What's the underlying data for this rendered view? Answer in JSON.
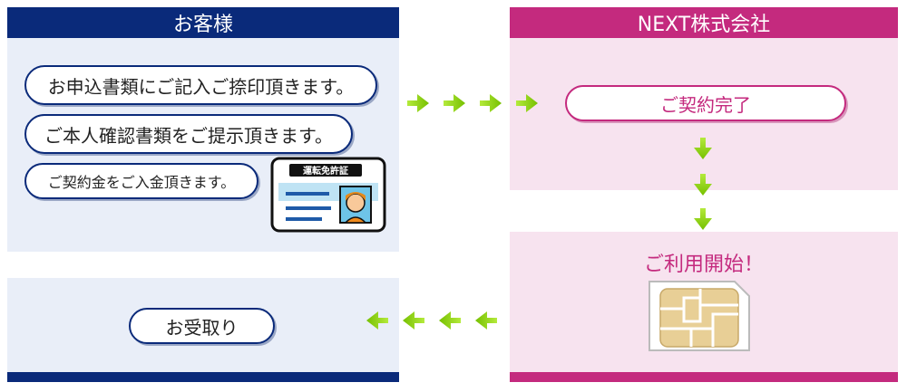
{
  "customer": {
    "title": "お客様",
    "steps": [
      "お申込書類にご記入ご捺印頂きます。",
      "ご本人確認書類をご提示頂きます。",
      "ご契約金をご入金頂きます。"
    ],
    "license_card_title": "運転免許証",
    "receive": "お受取り"
  },
  "company": {
    "title": "NEXT株式会社",
    "contract_complete": "ご契約完了",
    "start_use": "ご利用開始！"
  },
  "colors": {
    "navy": "#0a2a7a",
    "magenta": "#c42a7e",
    "arrow_green": "#8fd400"
  }
}
